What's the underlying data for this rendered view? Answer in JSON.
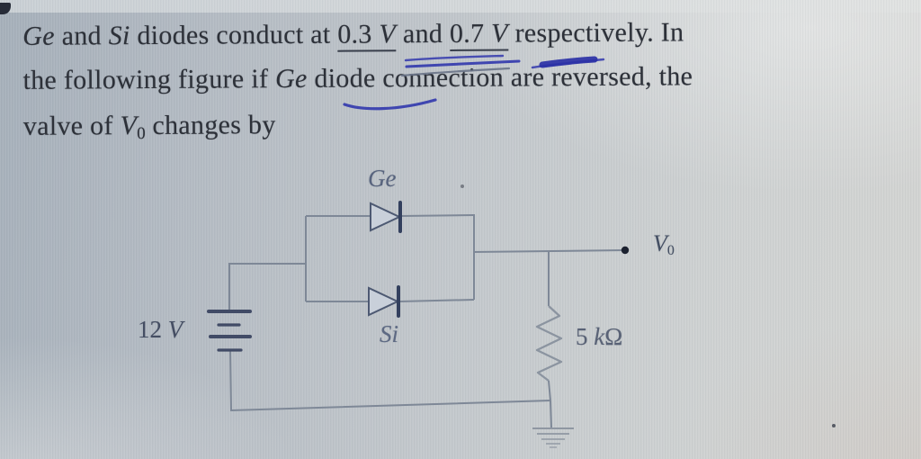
{
  "question": {
    "line1": {
      "segments": [
        "Ge",
        " and ",
        "Si",
        " diodes conduct at ",
        "0.3 ",
        "V",
        " and ",
        "0.7 ",
        "V",
        " respectively. In"
      ]
    },
    "line2": {
      "segments": [
        "the following figure if ",
        "Ge",
        " diode connection are reversed, the"
      ]
    },
    "line3": {
      "segments": [
        "valve of ",
        "V",
        "0",
        " changes by"
      ]
    }
  },
  "circuit": {
    "battery_label": {
      "value": "12 ",
      "unit": "V"
    },
    "diode_top_label": "Ge",
    "diode_bottom_label": "Si",
    "resistor_label": {
      "value": "5 ",
      "k": "k",
      "omega": "Ω"
    },
    "output_label": {
      "symbol": "V",
      "subscript": "0"
    }
  },
  "colors": {
    "pen_blue": "#3137ad",
    "circuit_ink": "#7e8897",
    "text_ink": "#2d3139",
    "background_left": "#a6b0ba",
    "background_right": "#d3d4d2"
  }
}
